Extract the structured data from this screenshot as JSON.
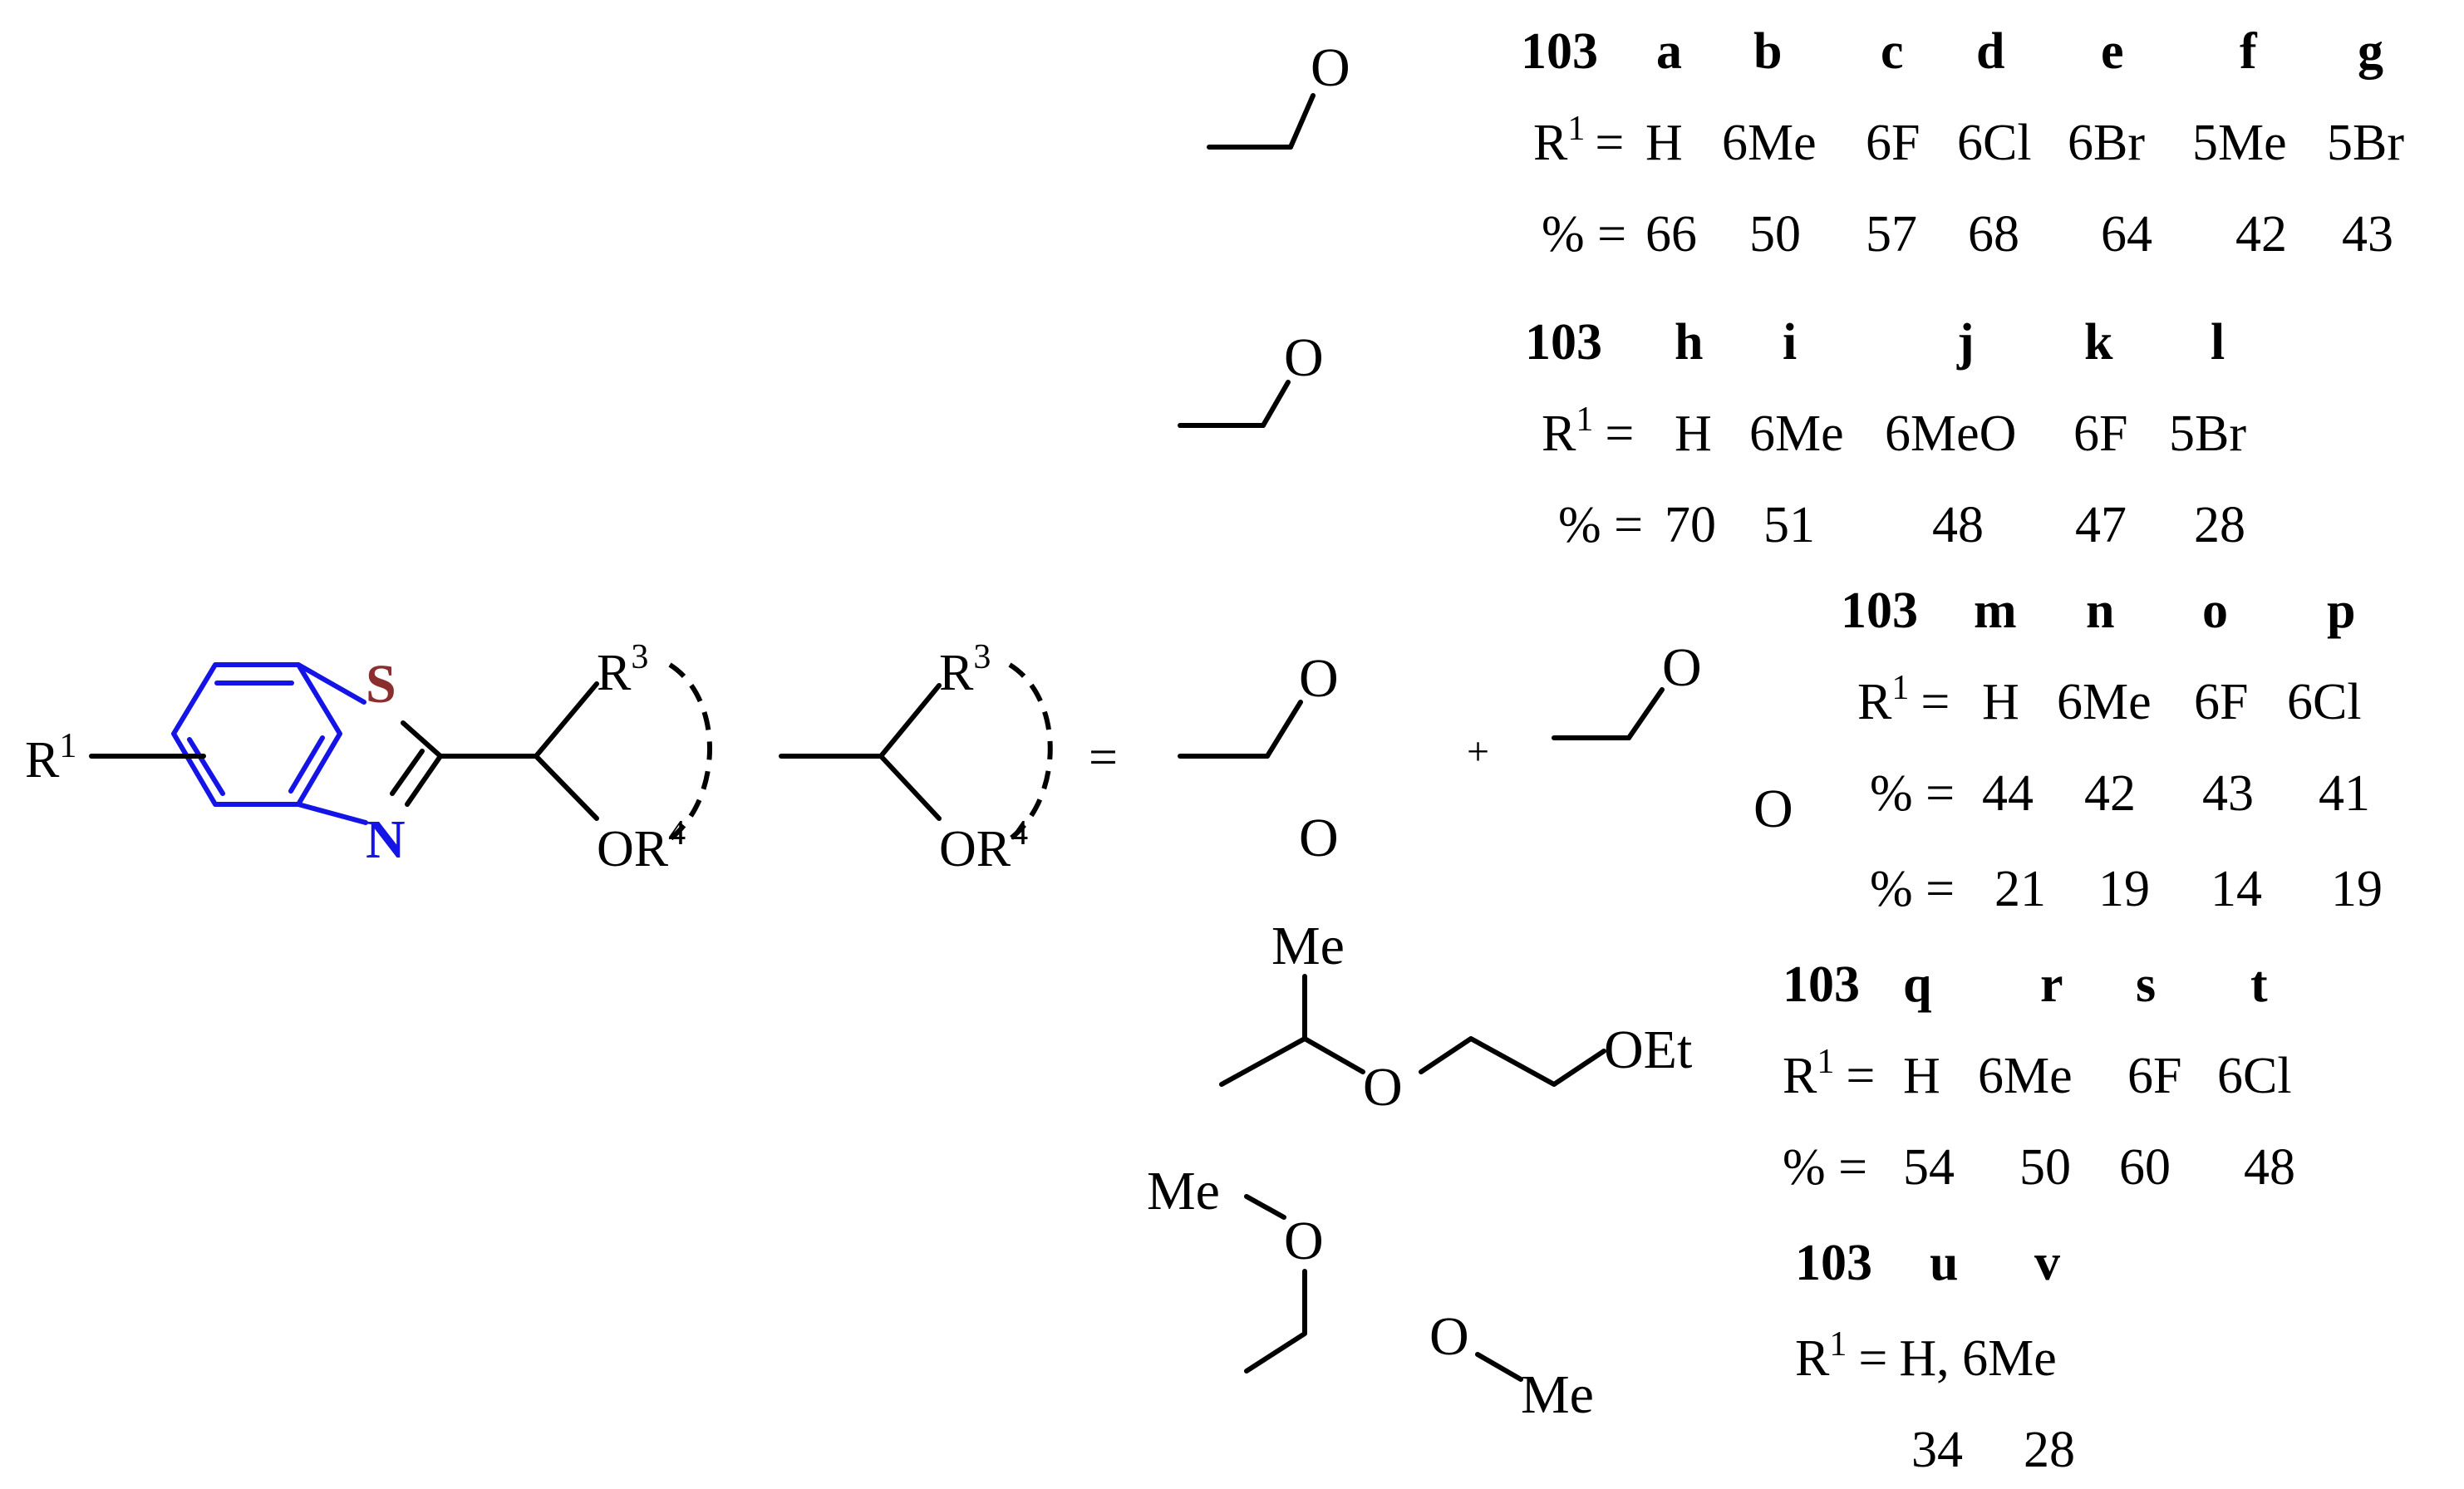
{
  "colors": {
    "ring": "#1414e6",
    "sulfur": "#8b2e2e",
    "nitrogen": "#1414e6",
    "ink": "#000000"
  },
  "core": {
    "r1": "R",
    "r1_sup": "1",
    "s": "S",
    "n": "N",
    "r3": "R",
    "r3_sup": "3",
    "or4": "OR",
    "or4_sup": "4"
  },
  "substituent": {
    "r3": "R",
    "r3_sup": "3",
    "or4": "OR",
    "or4_sup": "4",
    "equals": "=",
    "plus": "+"
  },
  "atoms": {
    "o": "O",
    "me": "Me",
    "oet": "OEt"
  },
  "tables": {
    "ag": {
      "series": "103",
      "letters": [
        "a",
        "b",
        "c",
        "d",
        "e",
        "f",
        "g"
      ],
      "r1_prefix": "R",
      "r1_sup": "1",
      "r1_eq": "=",
      "r1_values": [
        "H",
        "6Me",
        "6F",
        "6Cl",
        "6Br",
        "5Me",
        "5Br"
      ],
      "yield_label": "% =",
      "yields": [
        "66",
        "50",
        "57",
        "68",
        "64",
        "42",
        "43"
      ]
    },
    "hl": {
      "series": "103",
      "letters": [
        "h",
        "i",
        "j",
        "k",
        "l"
      ],
      "r1_prefix": "R",
      "r1_sup": "1",
      "r1_eq": "=",
      "r1_values": [
        "H",
        "6Me",
        "6MeO",
        "6F",
        "5Br"
      ],
      "yield_label": "% =",
      "yields": [
        "70",
        "51",
        "48",
        "47",
        "28"
      ]
    },
    "mp": {
      "series": "103",
      "letters": [
        "m",
        "n",
        "o",
        "p"
      ],
      "r1_prefix": "R",
      "r1_sup": "1",
      "r1_eq": "=",
      "r1_values": [
        "H",
        "6Me",
        "6F",
        "6Cl"
      ],
      "yield_label": "% =",
      "yields": [
        "44",
        "42",
        "43",
        "41"
      ],
      "yields2": [
        "21",
        "19",
        "14",
        "19"
      ]
    },
    "qt": {
      "series": "103",
      "letters": [
        "q",
        "r",
        "s",
        "t"
      ],
      "r1_prefix": "R",
      "r1_sup": "1",
      "r1_eq": "=",
      "r1_values": [
        "H",
        "6Me",
        "6F",
        "6Cl"
      ],
      "yield_label": "% =",
      "yields": [
        "54",
        "50",
        "60",
        "48"
      ]
    },
    "uv": {
      "series": "103",
      "letters": [
        "u",
        "v"
      ],
      "r1_prefix": "R",
      "r1_sup": "1",
      "r1_eq": "=",
      "r1_text": "H, 6Me",
      "yields": [
        "34",
        "28"
      ]
    }
  }
}
